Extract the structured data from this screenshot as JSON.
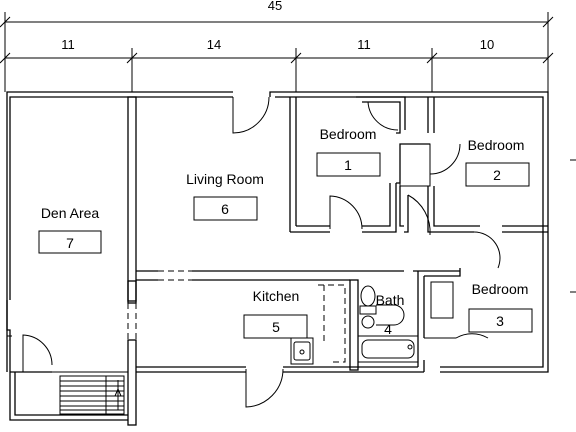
{
  "dimensions": {
    "total": "45",
    "segments": [
      "11",
      "14",
      "11",
      "10"
    ]
  },
  "rooms": [
    {
      "key": "den",
      "name": "Den Area",
      "number": "7"
    },
    {
      "key": "living",
      "name": "Living Room",
      "number": "6"
    },
    {
      "key": "bed1",
      "name": "Bedroom",
      "number": "1"
    },
    {
      "key": "bed2",
      "name": "Bedroom",
      "number": "2"
    },
    {
      "key": "kitchen",
      "name": "Kitchen",
      "number": "5"
    },
    {
      "key": "bath",
      "name": "Bath",
      "number": "4"
    },
    {
      "key": "bed3",
      "name": "Bedroom",
      "number": "3"
    }
  ]
}
